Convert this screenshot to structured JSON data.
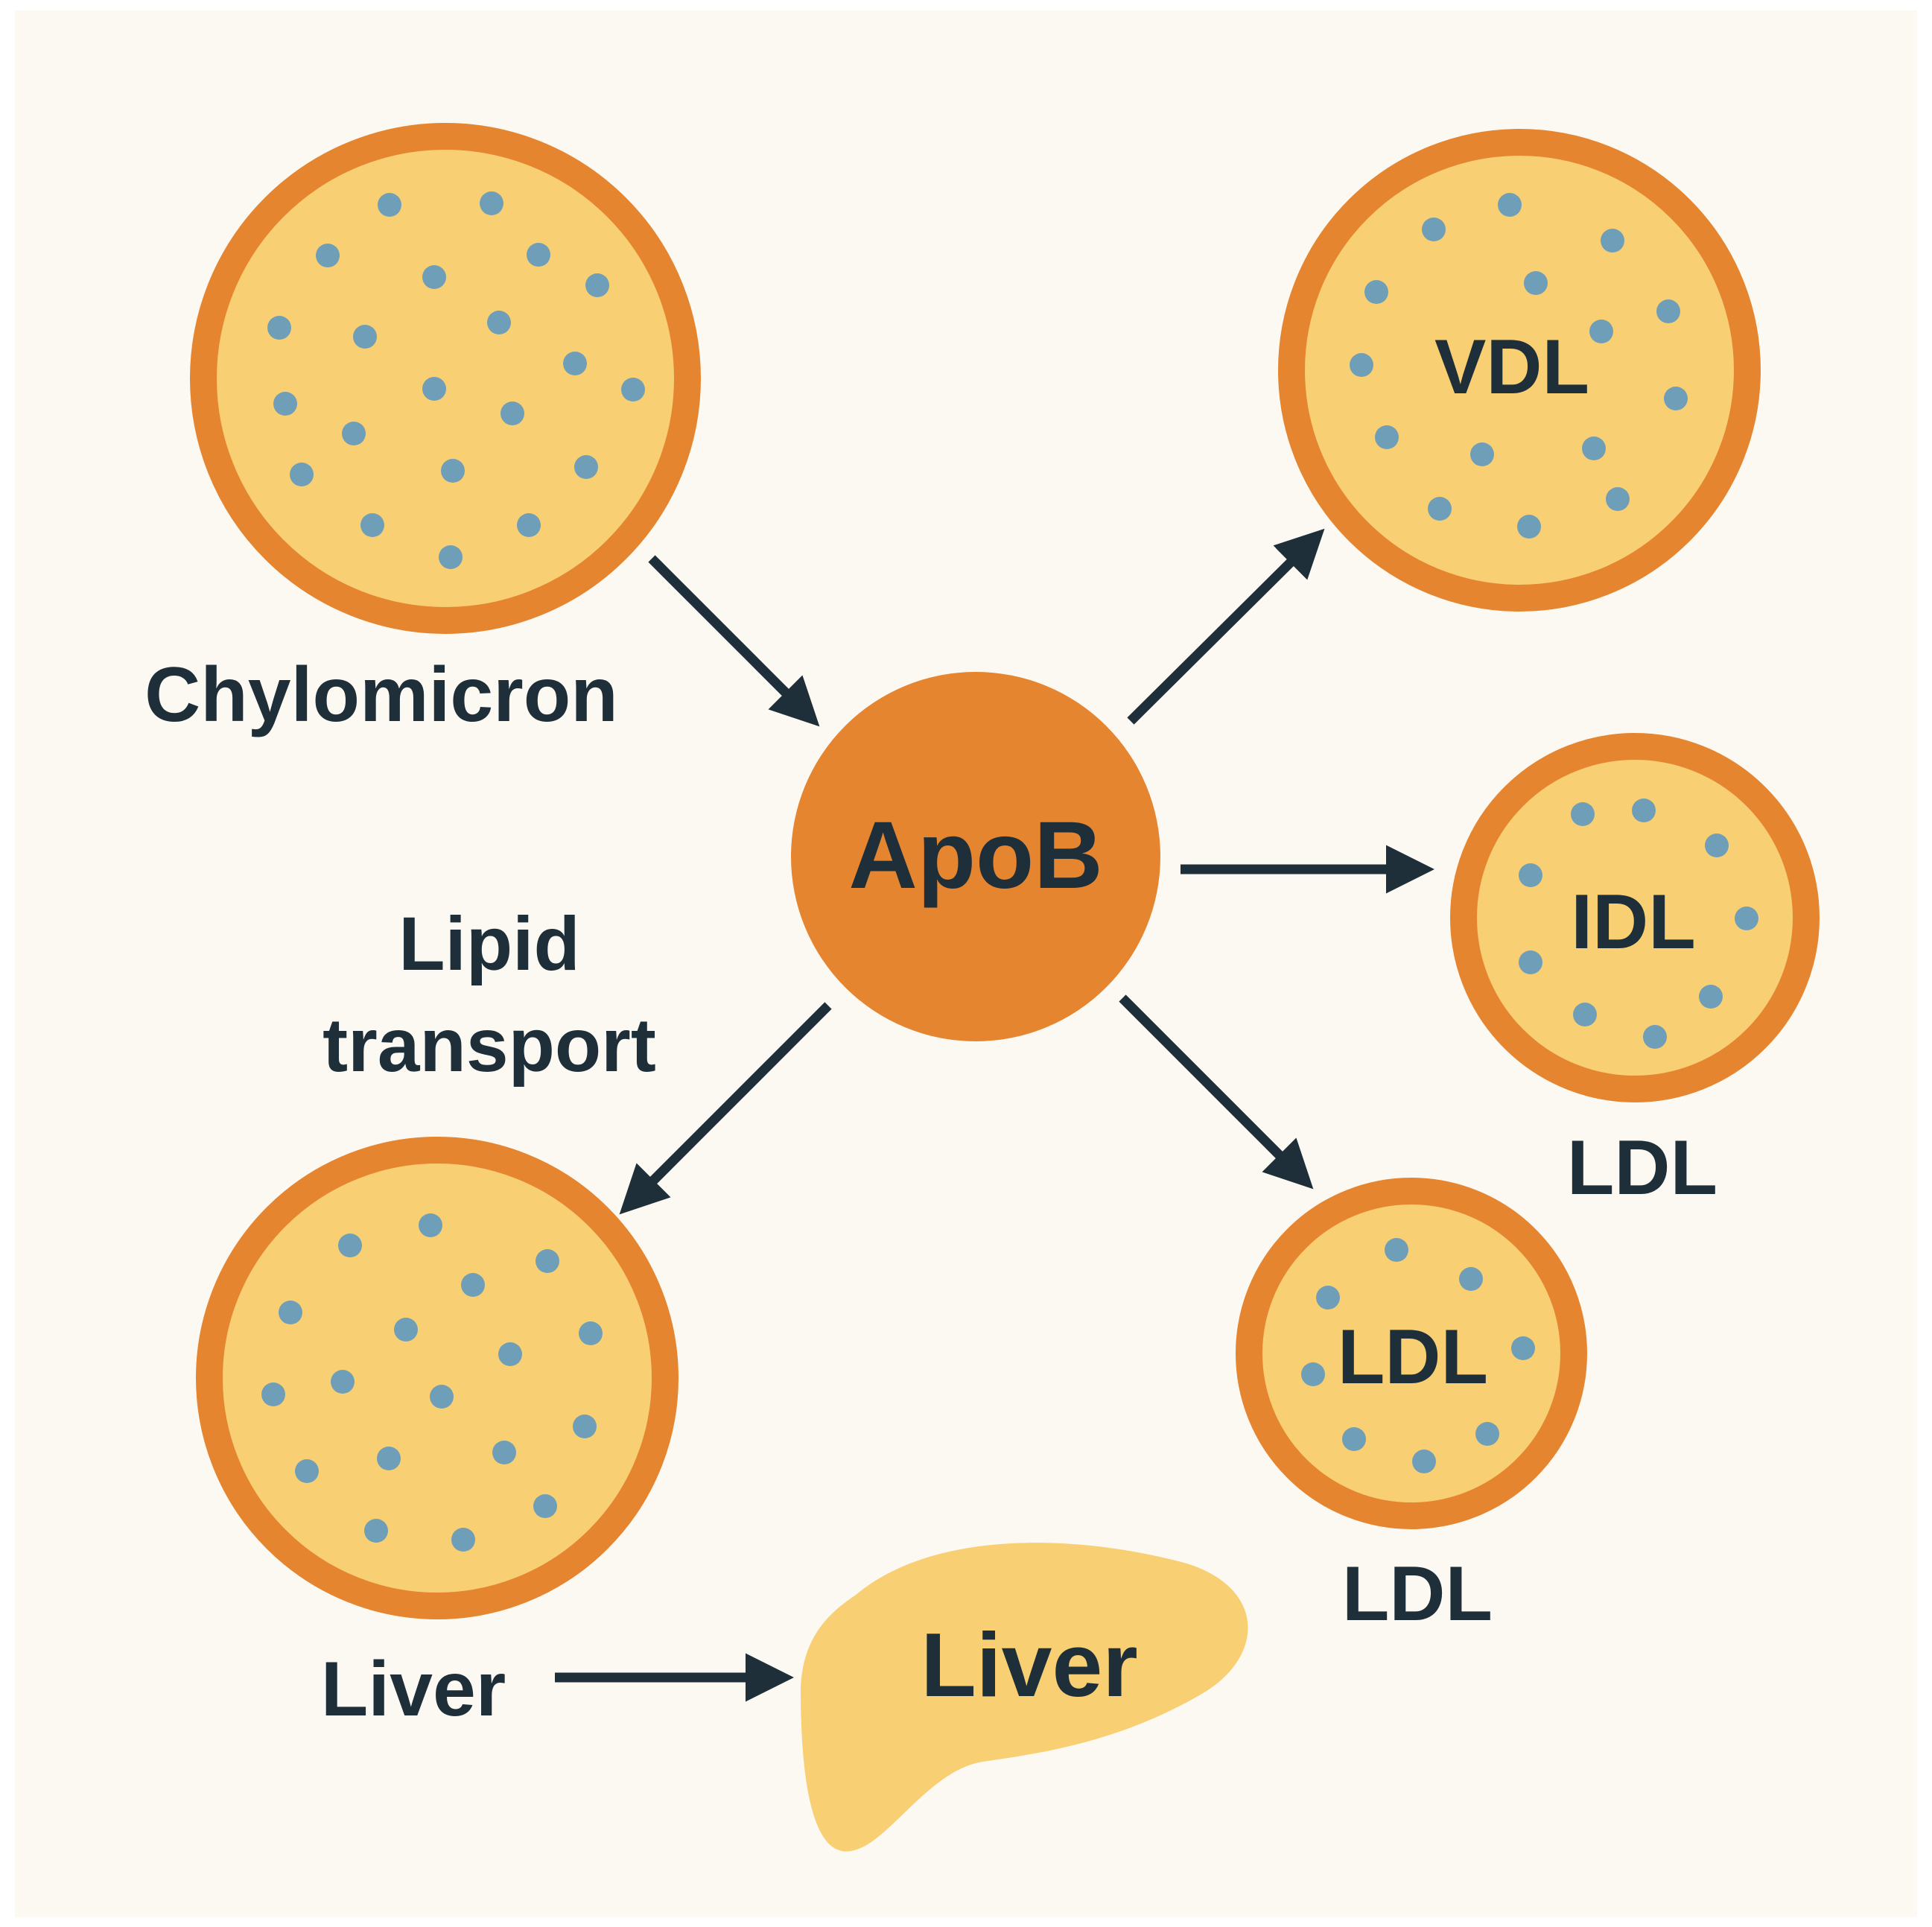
{
  "diagram": {
    "colors": {
      "background": "#fcf9f3",
      "particle_ring": "#e6852f",
      "particle_core": "#f8cf73",
      "dot": "#6f9fb8",
      "hub": "#e6852f",
      "text": "#1f2f3a",
      "arrow": "#1f2f3a"
    },
    "hub": {
      "label": "ApoB"
    },
    "particles": {
      "chylomicron": {
        "label": "Chylomicron",
        "inner_label": ""
      },
      "vdl": {
        "label": "",
        "inner_label": "VDL"
      },
      "idl": {
        "label": "LDL",
        "inner_label": "IDL"
      },
      "ldl": {
        "label": "LDL",
        "inner_label": "LDL"
      },
      "liver_particle": {
        "label": "Liver",
        "inner_label": ""
      }
    },
    "liver_shape": {
      "label": "Liver"
    },
    "annotation": {
      "line1": "Lipid",
      "line2": "transport"
    },
    "arrows": [
      {
        "from": "Chylomicron",
        "to": "ApoB"
      },
      {
        "from": "ApoB",
        "to": "VDL"
      },
      {
        "from": "ApoB",
        "to": "IDL"
      },
      {
        "from": "ApoB",
        "to": "LDL"
      },
      {
        "from": "ApoB",
        "to": "Liver"
      },
      {
        "from": "Liver",
        "to": "Liver"
      }
    ]
  }
}
